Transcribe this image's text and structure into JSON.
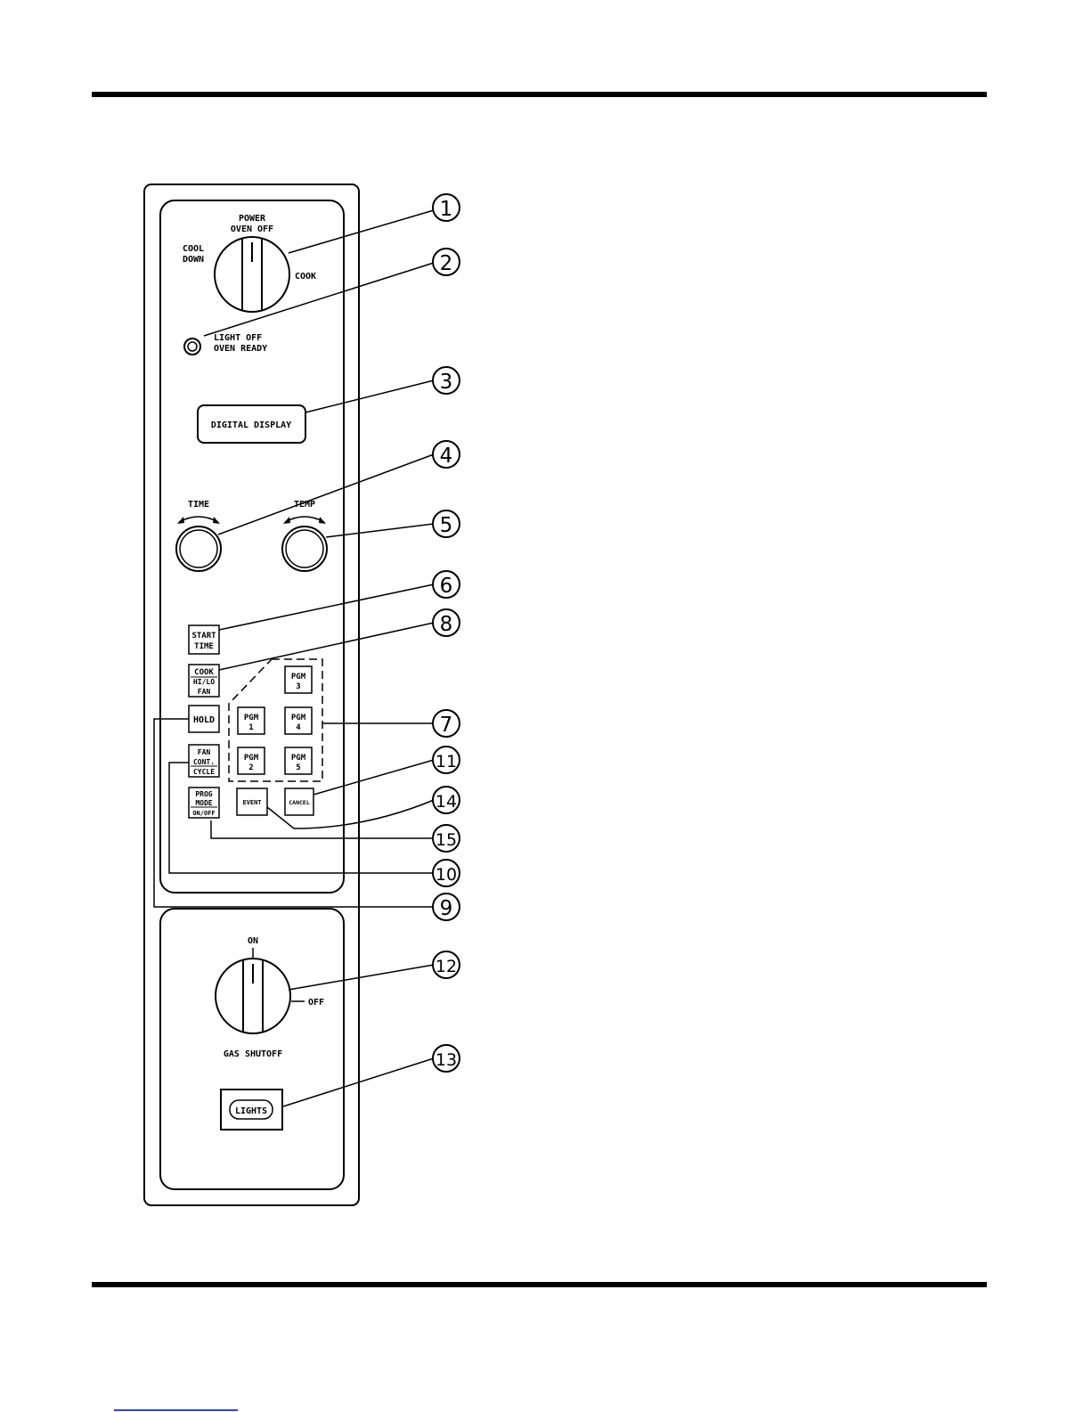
{
  "power_knob": {
    "top_label_1": "POWER",
    "top_label_2": "OVEN OFF",
    "left_label_1": "COOL",
    "left_label_2": "DOWN",
    "right_label": "COOK"
  },
  "indicator_light": {
    "label_1": "LIGHT OFF",
    "label_2": "OVEN READY"
  },
  "digital_display": {
    "label": "DIGITAL DISPLAY"
  },
  "knobs": {
    "time_label": "TIME",
    "temp_label": "TEMP"
  },
  "buttons": {
    "start_time": [
      "START",
      "TIME"
    ],
    "cook_hilo_fan": [
      "COOK",
      "HI/LO",
      "FAN"
    ],
    "hold": "HOLD",
    "fan_cont_cycle": [
      "FAN",
      "CONT.",
      "CYCLE"
    ],
    "prog_mode": [
      "PROG",
      "MODE",
      "ON/OFF"
    ],
    "event": "EVENT",
    "cancel": "CANCEL",
    "pgm": [
      {
        "l1": "PGM",
        "l2": "1"
      },
      {
        "l1": "PGM",
        "l2": "2"
      },
      {
        "l1": "PGM",
        "l2": "3"
      },
      {
        "l1": "PGM",
        "l2": "4"
      },
      {
        "l1": "PGM",
        "l2": "5"
      }
    ]
  },
  "gas_section": {
    "on_label": "ON",
    "off_label": "OFF",
    "shutoff_label": "GAS SHUTOFF",
    "lights_label": "LIGHTS"
  },
  "callouts": [
    "1",
    "2",
    "3",
    "4",
    "5",
    "6",
    "7",
    "8",
    "9",
    "10",
    "11",
    "12",
    "13",
    "14",
    "15"
  ]
}
